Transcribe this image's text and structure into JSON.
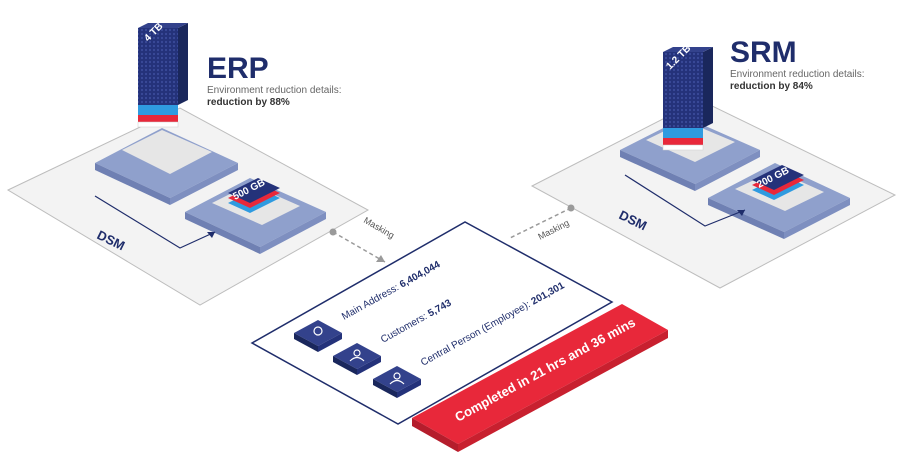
{
  "erp": {
    "title": "ERP",
    "details_label": "Environment reduction details:",
    "reduction": "reduction by 88%",
    "source_size": "4 TB",
    "target_size": "500 GB",
    "dsm_label": "DSM"
  },
  "srm": {
    "title": "SRM",
    "details_label": "Environment reduction details:",
    "reduction": "reduction by 84%",
    "source_size": "1.2 TB",
    "target_size": "200 GB",
    "dsm_label": "DSM"
  },
  "masking_label_left": "Masking",
  "masking_label_right": "Masking",
  "results": {
    "rows": [
      {
        "icon": "location-pin-icon",
        "label": "Main Address: ",
        "value": "6,404,044"
      },
      {
        "icon": "customer-icon",
        "label": "Customers: ",
        "value": "5,743"
      },
      {
        "icon": "employee-icon",
        "label": "Central Person (Employee): ",
        "value": "201,301"
      }
    ],
    "banner": "Completed in 21 hrs and 36 mins"
  },
  "colors": {
    "navy": "#1f2d6b",
    "slate": "#8a9bc9",
    "red": "#e8283a",
    "blue_stripe": "#2f9be0",
    "platform": "#f2f2f2"
  }
}
